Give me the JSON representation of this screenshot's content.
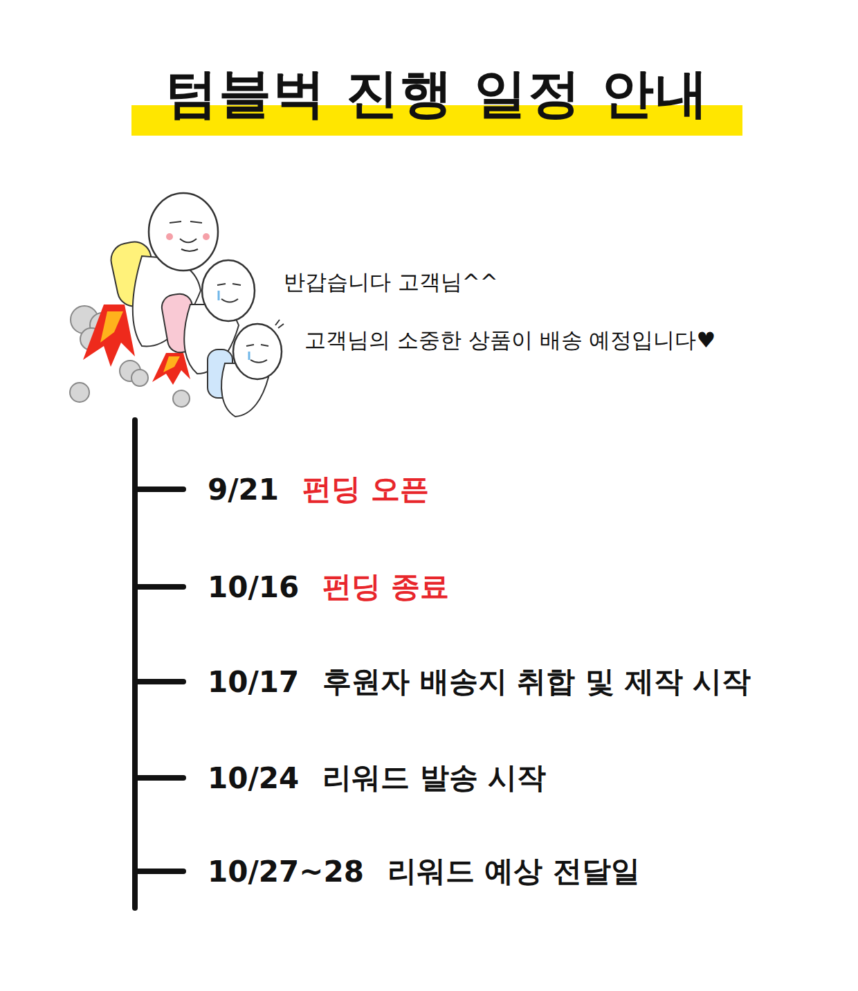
{
  "diagram": {
    "title": "텀블벅 진행 일정 안내",
    "labels": [
      "반갑습니다 고객님^^",
      "고객님의 소중한 상품이 배송 예정입니다♥",
      "9/21",
      "펀딩 오픈",
      "10/16",
      "펀딩 종료",
      "10/17",
      "후원자 배송지 취합 및 제작 시작",
      "10/24",
      "리워드 발송 시작",
      "10/27~28",
      "리워드 예상 전달일"
    ]
  }
}
